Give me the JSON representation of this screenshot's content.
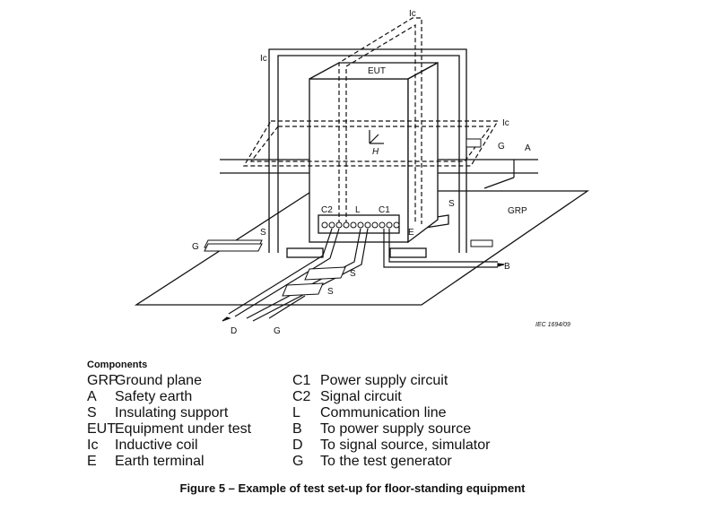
{
  "diagram": {
    "labels": {
      "ic_top": "Ic",
      "ic_left": "Ic",
      "ic_right": "Ic",
      "eut": "EUT",
      "h": "H",
      "g_right": "G",
      "a": "A",
      "grp": "GRP",
      "c2": "C2",
      "l": "L",
      "c1": "C1",
      "s_right": "S",
      "s_left": "S",
      "g_left": "G",
      "e": "E",
      "b": "B",
      "s_cable1": "S",
      "s_cable2": "S",
      "d": "D",
      "g_bottom": "G",
      "iec_ref": "IEC  1694/09"
    }
  },
  "legend": {
    "title": "Components",
    "left": [
      {
        "code": "GRP",
        "desc": "Ground plane"
      },
      {
        "code": "A",
        "desc": "Safety earth"
      },
      {
        "code": "S",
        "desc": "Insulating support"
      },
      {
        "code": "EUT",
        "desc": "Equipment under test"
      },
      {
        "code": "Ic",
        "desc": "Inductive coil"
      },
      {
        "code": "E",
        "desc": "Earth terminal"
      }
    ],
    "right": [
      {
        "code": "C1",
        "desc": "Power supply circuit"
      },
      {
        "code": "C2",
        "desc": "Signal circuit"
      },
      {
        "code": "L",
        "desc": "Communication line"
      },
      {
        "code": "B",
        "desc": "To power supply source"
      },
      {
        "code": "D",
        "desc": "To signal source, simulator"
      },
      {
        "code": "G",
        "desc": "To the test generator"
      }
    ]
  },
  "caption": "Figure 5 – Example of test set-up for floor-standing equipment"
}
